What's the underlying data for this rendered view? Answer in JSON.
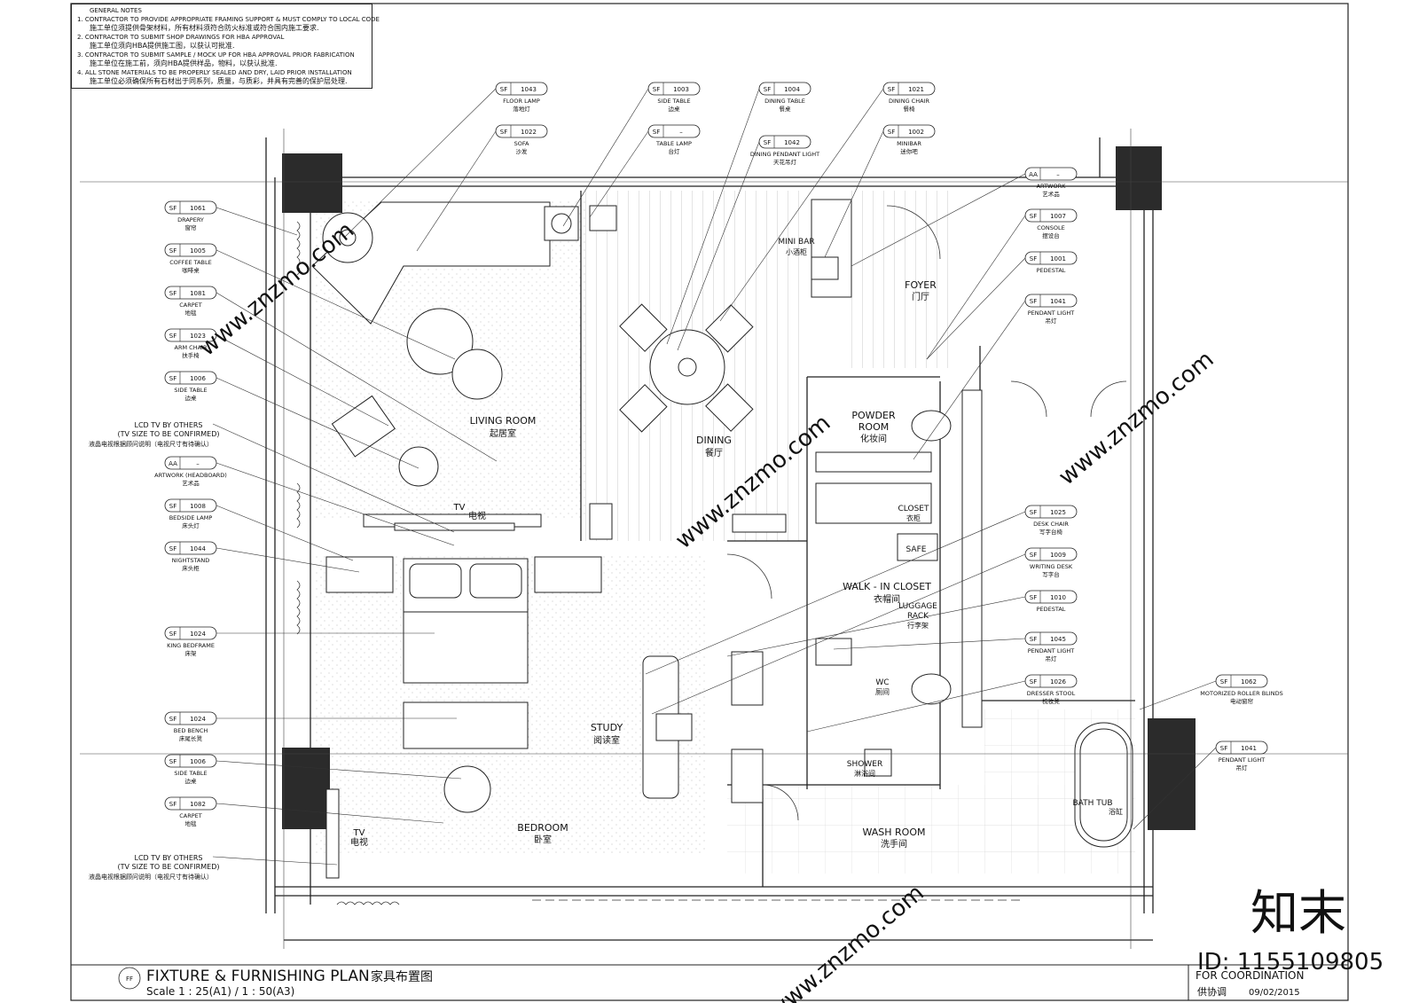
{
  "notes": {
    "heading": "GENERAL NOTES",
    "lines": [
      "1.   CONTRACTOR TO PROVIDE APPROPRIATE FRAMING SUPPORT & MUST COMPLY TO LOCAL CODE",
      "施工单位须提供骨架材料，所有材料须符合防火标准或符合国内施工要求.",
      "2.   CONTRACTOR TO SUBMIT SHOP DRAWINGS FOR HBA APPROVAL",
      "施工单位须向HBA提供施工图，以获认可批准.",
      "3.   CONTRACTOR TO SUBMIT SAMPLE / MOCK UP FOR HBA APPROVAL PRIOR FABRICATION",
      "施工单位在施工前，须向HBA提供样品，物料，以获认批准.",
      "4.   ALL STONE MATERIALS TO BE PROPERLY SEALED AND DRY, LAID PRIOR INSTALLATION",
      "施工单位必须确保所有石材出于同系列，质量，与质彩，并具有完善的保护层处理."
    ]
  },
  "tags": [
    {
      "p": "SF",
      "c": "1043",
      "en": "FLOOR LAMP",
      "cn": "落地灯"
    },
    {
      "p": "SF",
      "c": "1022",
      "en": "SOFA",
      "cn": "沙发"
    },
    {
      "p": "SF",
      "c": "1003",
      "en": "SIDE TABLE",
      "cn": "边桌"
    },
    {
      "p": "SF",
      "c": "–",
      "en": "TABLE LAMP",
      "cn": "台灯"
    },
    {
      "p": "SF",
      "c": "1004",
      "en": "DINING TABLE",
      "cn": "餐桌"
    },
    {
      "p": "SF",
      "c": "1042",
      "en": "DINING PENDANT LIGHT",
      "cn": "天花吊灯"
    },
    {
      "p": "SF",
      "c": "1021",
      "en": "DINING CHAIR",
      "cn": "餐椅"
    },
    {
      "p": "SF",
      "c": "1002",
      "en": "MINIBAR",
      "cn": "迷你吧"
    },
    {
      "p": "SF",
      "c": "1061",
      "en": "DRAPERY",
      "cn": "窗帘"
    },
    {
      "p": "SF",
      "c": "1005",
      "en": "COFFEE TABLE",
      "cn": "咖啡桌"
    },
    {
      "p": "SF",
      "c": "1081",
      "en": "CARPET",
      "cn": "地毯"
    },
    {
      "p": "SF",
      "c": "1023",
      "en": "ARM CHAIR",
      "cn": "扶手椅"
    },
    {
      "p": "SF",
      "c": "1006",
      "en": "SIDE TABLE",
      "cn": "边桌"
    },
    {
      "p": "AA",
      "c": "–",
      "en": "ARTWORK (HEADBOARD)",
      "cn": "艺术品"
    },
    {
      "p": "SF",
      "c": "1008",
      "en": "BEDSIDE LAMP",
      "cn": "床头灯"
    },
    {
      "p": "SF",
      "c": "1044",
      "en": "NIGHTSTAND",
      "cn": "床头柜"
    },
    {
      "p": "SF",
      "c": "1024",
      "en": "KING BEDFRAME",
      "cn": "床架"
    },
    {
      "p": "SF",
      "c": "1024",
      "en": "BED BENCH",
      "cn": "床尾长凳"
    },
    {
      "p": "SF",
      "c": "1006",
      "en": "SIDE TABLE",
      "cn": "边桌"
    },
    {
      "p": "SF",
      "c": "1082",
      "en": "CARPET",
      "cn": "地毯"
    },
    {
      "p": "AA",
      "c": "–",
      "en": "ARTWORK",
      "cn": "艺术品"
    },
    {
      "p": "SF",
      "c": "1007",
      "en": "CONSOLE",
      "cn": "摆设台"
    },
    {
      "p": "SF",
      "c": "1001",
      "en": "PEDESTAL",
      "cn": ""
    },
    {
      "p": "SF",
      "c": "1041",
      "en": "PENDANT LIGHT",
      "cn": "吊灯"
    },
    {
      "p": "SF",
      "c": "1025",
      "en": "DESK CHAIR",
      "cn": "写字台椅"
    },
    {
      "p": "SF",
      "c": "1009",
      "en": "WRITING DESK",
      "cn": "写字台"
    },
    {
      "p": "SF",
      "c": "1010",
      "en": "PEDESTAL",
      "cn": ""
    },
    {
      "p": "SF",
      "c": "1045",
      "en": "PENDANT LIGHT",
      "cn": "吊灯"
    },
    {
      "p": "SF",
      "c": "1026",
      "en": "DRESSER STOOL",
      "cn": "梳妆凳"
    },
    {
      "p": "SF",
      "c": "1062",
      "en": "MOTORIZED ROLLER BLINDS",
      "cn": "电动窗帘"
    },
    {
      "p": "SF",
      "c": "1041",
      "en": "PENDANT LIGHT",
      "cn": "吊灯"
    }
  ],
  "tv_notes": [
    {
      "l1": "LCD TV BY OTHERS",
      "l2": "(TV SIZE TO BE CONFIRMED)",
      "l3": "液晶电视根据顾问说明（电视尺寸有待确认）"
    },
    {
      "l1": "LCD TV BY OTHERS",
      "l2": "(TV SIZE TO BE CONFIRMED)",
      "l3": "液晶电视根据顾问说明（电视尺寸有待确认）"
    }
  ],
  "rooms": [
    {
      "en": "LIVING ROOM",
      "cn": "起居室"
    },
    {
      "en": "DINING",
      "cn": "餐厅"
    },
    {
      "en": "FOYER",
      "cn": "门厅"
    },
    {
      "en": "MINI BAR",
      "cn": "小酒柜"
    },
    {
      "en": "POWDER",
      "cn": "化妆间",
      "en2": "ROOM"
    },
    {
      "en": "CLOSET",
      "cn": "衣柜"
    },
    {
      "en": "SAFE",
      "cn": ""
    },
    {
      "en": "WALK - IN CLOSET",
      "cn": "衣帽间"
    },
    {
      "en": "LUGGAGE",
      "cn": "行李架",
      "en2": "RACK"
    },
    {
      "en": "WC",
      "cn": "厕间"
    },
    {
      "en": "SHOWER",
      "cn": "淋浴间"
    },
    {
      "en": "STUDY",
      "cn": "阅读室"
    },
    {
      "en": "BEDROOM",
      "cn": "卧室"
    },
    {
      "en": "WASH ROOM",
      "cn": "洗手间"
    },
    {
      "en": "BATH TUB",
      "cn": "浴缸"
    },
    {
      "en": "TV",
      "cn": "电视"
    },
    {
      "en": "TV",
      "cn": "电视"
    }
  ],
  "title": {
    "bubble": "FF",
    "main": "FIXTURE & FURNISHING PLAN",
    "main_cn": "家具布置图",
    "scale": "Scale 1 : 25(A1) / 1 : 50(A3)",
    "status": "FOR COORDINATION",
    "status_cn": "供协调",
    "date": "09/02/2015"
  },
  "watermark": {
    "brand": "知末",
    "id": "ID: 1155109805",
    "site": "www.znzmo.com"
  }
}
